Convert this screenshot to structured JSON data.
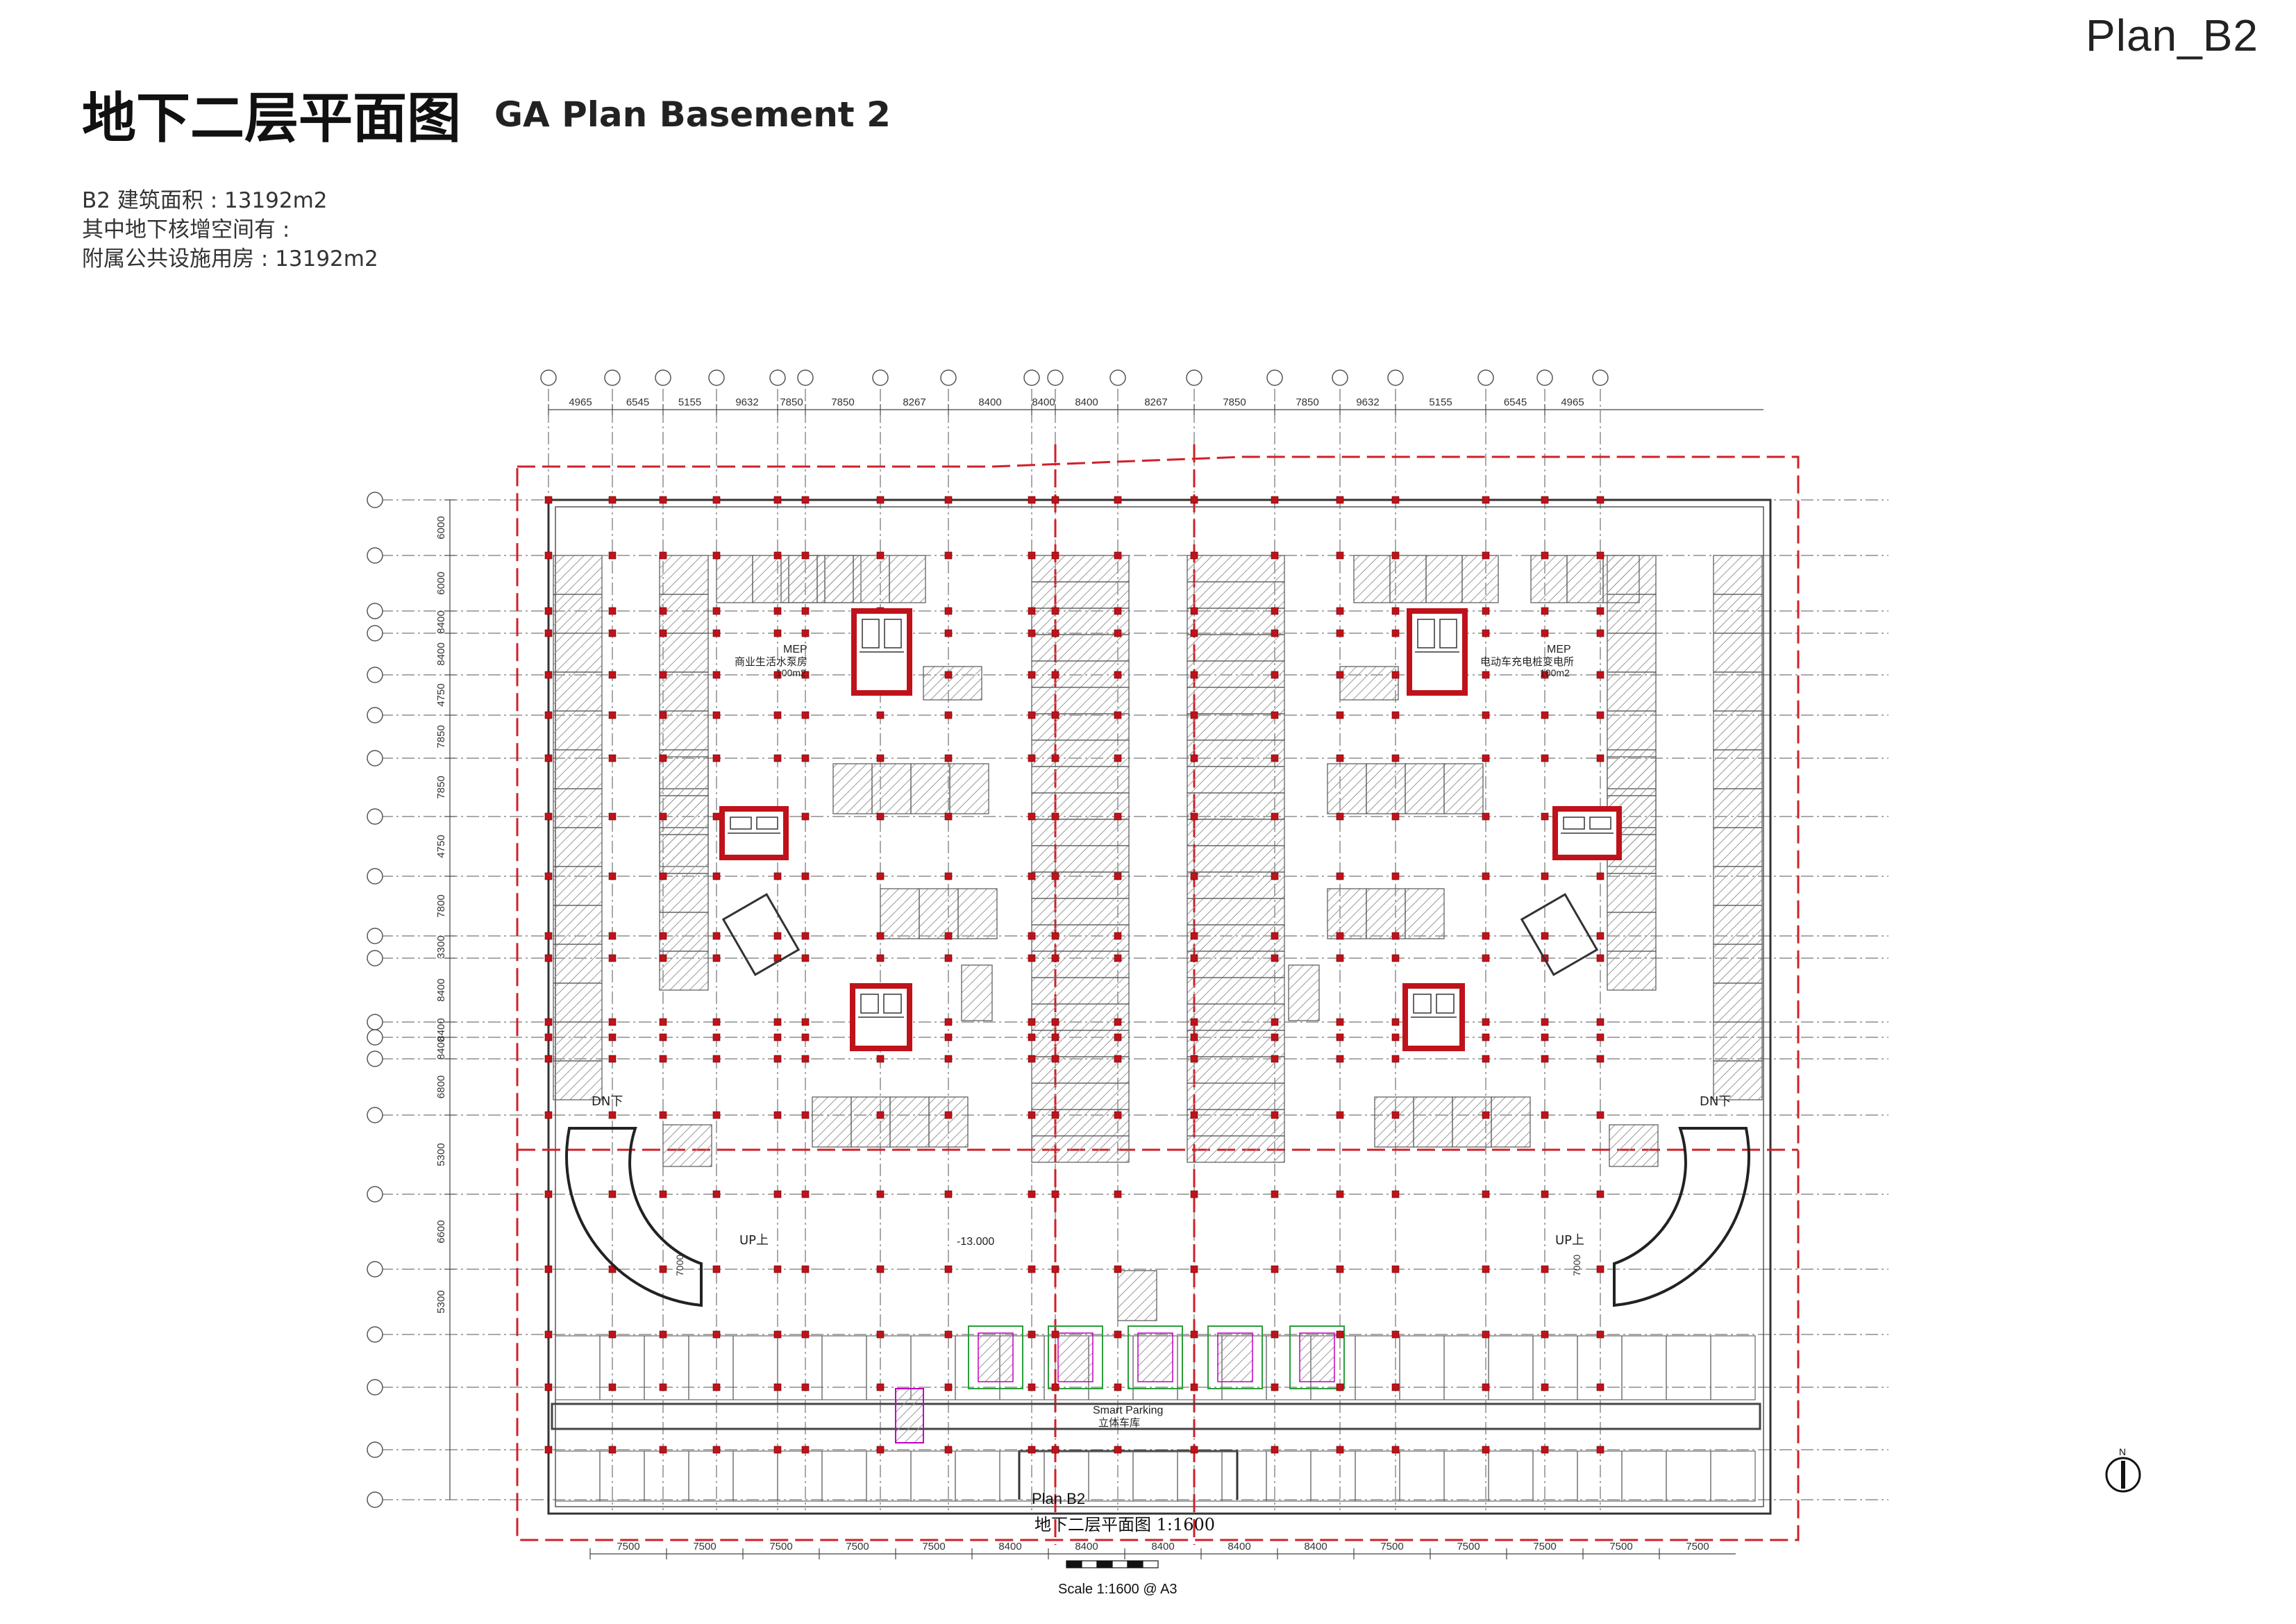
{
  "sheet": {
    "code": "Plan_B2"
  },
  "title": {
    "cn": "地下二层平面图",
    "en": "GA Plan Basement 2"
  },
  "info": {
    "lines": [
      "B2 建筑面积 : 13192m2",
      "其中地下核增空间有 :",
      "附属公共设施用房 : 13192m2"
    ]
  },
  "plan": {
    "top_dims": [
      "4965",
      "6545",
      "5155",
      "9632",
      "7850",
      "7850",
      "8267",
      "8400",
      "8400",
      "8400",
      "8267",
      "7850",
      "7850",
      "9632",
      "5155",
      "6545",
      "4965"
    ],
    "bottom_dims": [
      "7500",
      "7500",
      "7500",
      "7500",
      "7500",
      "8400",
      "8400",
      "8400",
      "8400",
      "8400",
      "7500",
      "7500",
      "7500",
      "7500",
      "7500"
    ],
    "left_dims": [
      "6000",
      "6000",
      "8400",
      "8400",
      "4750",
      "7850",
      "7850",
      "4750",
      "7800",
      "3300",
      "8400",
      "8400",
      "8400",
      "6800",
      "5300",
      "6600",
      "5300"
    ],
    "rooms": {
      "left_mep_label": "MEP",
      "left_mep_name": "商业生活水泵房",
      "left_mep_area": "100m2",
      "right_mep_label": "MEP",
      "right_mep_name": "电动车充电桩变电所",
      "right_mep_area": "100m2"
    },
    "ramps": {
      "dn_left": "DN下",
      "dn_right": "DN下",
      "up_left": "UP上",
      "up_right": "UP上"
    },
    "level_mark": "-13.000",
    "smart_parking_en": "Smart Parking",
    "smart_parking_cn": "立体车库",
    "ramp_width": "7000"
  },
  "footer": {
    "plan_label": "Plan B2",
    "plan_sub": "地下二层平面图  1:1600",
    "scale": "Scale 1:1600 @ A3"
  },
  "north": {
    "label": "N"
  },
  "colors": {
    "core_red": "#c0121a",
    "dash_red": "#d0202a",
    "line": "#333333",
    "grid": "#555555",
    "hatch": "#9a9a9a"
  }
}
